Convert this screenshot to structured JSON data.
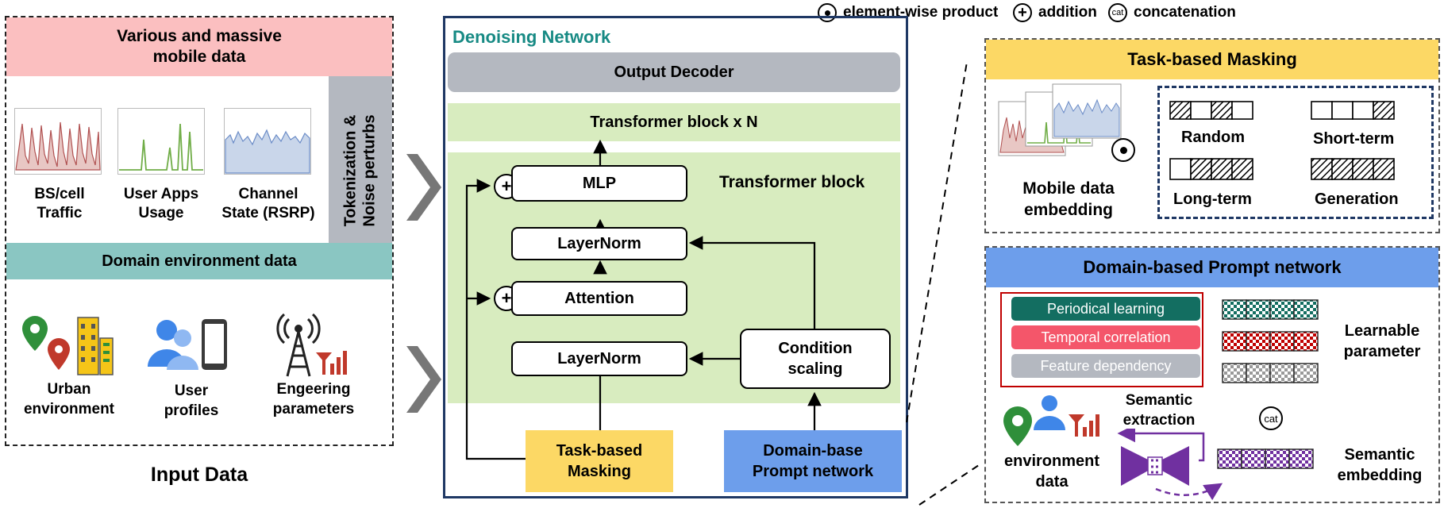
{
  "legend": {
    "product": "element-wise product",
    "addition": "addition",
    "concat_symbol": "cat",
    "concatenation": "concatenation"
  },
  "input_data": {
    "caption": "Input Data",
    "mobile_header": "Various and massive\nmobile data",
    "tokenization": "Tokenization &\nNoise perturbs",
    "domain_header": "Domain environment data",
    "mobile_items": [
      "BS/cell\nTraffic",
      "User Apps\nUsage",
      "Channel\nState (RSRP)"
    ],
    "env_items": [
      "Urban\nenvironment",
      "User\nprofiles",
      "Engeering\nparameters"
    ]
  },
  "denoising": {
    "title": "Denoising Network",
    "output_decoder": "Output Decoder",
    "transformer_n": "Transformer block x N",
    "transformer_block": "Transformer block",
    "mlp": "MLP",
    "layernorm_top": "LayerNorm",
    "attention": "Attention",
    "layernorm_bottom": "LayerNorm",
    "condition_scaling": "Condition\nscaling",
    "task_masking": "Task-based\nMasking",
    "domain_prompt": "Domain-base\nPrompt network",
    "plus": "+"
  },
  "task_masking_panel": {
    "header": "Task-based Masking",
    "embedding_label": "Mobile data\nembedding",
    "random": "Random",
    "short_term": "Short-term",
    "long_term": "Long-term",
    "generation": "Generation"
  },
  "prompt_panel": {
    "header": "Domain-based Prompt network",
    "periodical": "Periodical learning",
    "temporal": "Temporal correlation",
    "feature": "Feature dependency",
    "learnable": "Learnable\nparameter",
    "semantic_extraction": "Semantic\nextraction",
    "cat": "cat",
    "env_data": "environment\ndata",
    "semantic_embedding": "Semantic\nembedding"
  },
  "colors": {
    "pink": "#fbbfc0",
    "teal": "#8ac6c2",
    "gray_block": "#b4b8c0",
    "green_block": "#d8ecbf",
    "yellow": "#fcd865",
    "blue": "#6d9eeb",
    "navy": "#1f3864",
    "green_title": "#178a84",
    "periodical": "#136e61",
    "temporal": "#f4566a",
    "feature": "#b4b8c0",
    "purple": "#7030a0",
    "red_border": "#c00000"
  }
}
